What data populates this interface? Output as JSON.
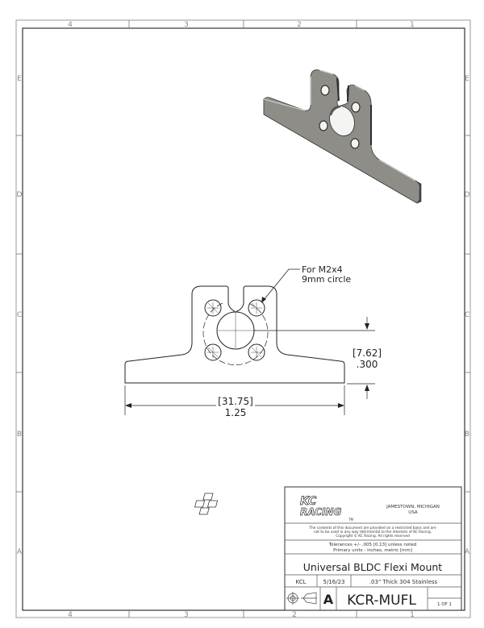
{
  "sheet": {
    "column_zones": [
      "4",
      "3",
      "2",
      "1"
    ],
    "row_zones": [
      "E",
      "D",
      "C",
      "B",
      "A"
    ]
  },
  "drawing": {
    "note_line1": "For M2x4",
    "note_line2": "9mm circle",
    "dim_height_metric": "[7.62]",
    "dim_height_inch": ".300",
    "dim_width_metric": "[31.75]",
    "dim_width_inch": "1.25"
  },
  "title_block": {
    "logo_line1": "KC",
    "logo_line2": "RACING",
    "logo_tm": "TM",
    "company_location_line1": "JAMESTOWN, MICHIGAN",
    "company_location_line2": "USA",
    "copyright_line1": "The contents of this document are provided on a restricted basis and are",
    "copyright_line2": "not to be used in any way detrimental to the interests of KC Racing.",
    "copyright_line3": "Copyright © KC Racing.  All rights reserved",
    "tolerances_line1": "Tolerances +/- .005 [0.13] unless noted",
    "tolerances_line2": "Primary units - inches, metric [mm]",
    "title": "Universal BLDC Flexi Mount",
    "drawn_by": "KCL",
    "date": "5/16/23",
    "material": ".03\" Thick 304 Stainless",
    "size": "A",
    "part_number": "KCR-MUFL",
    "sheet": "1 OF 1"
  }
}
